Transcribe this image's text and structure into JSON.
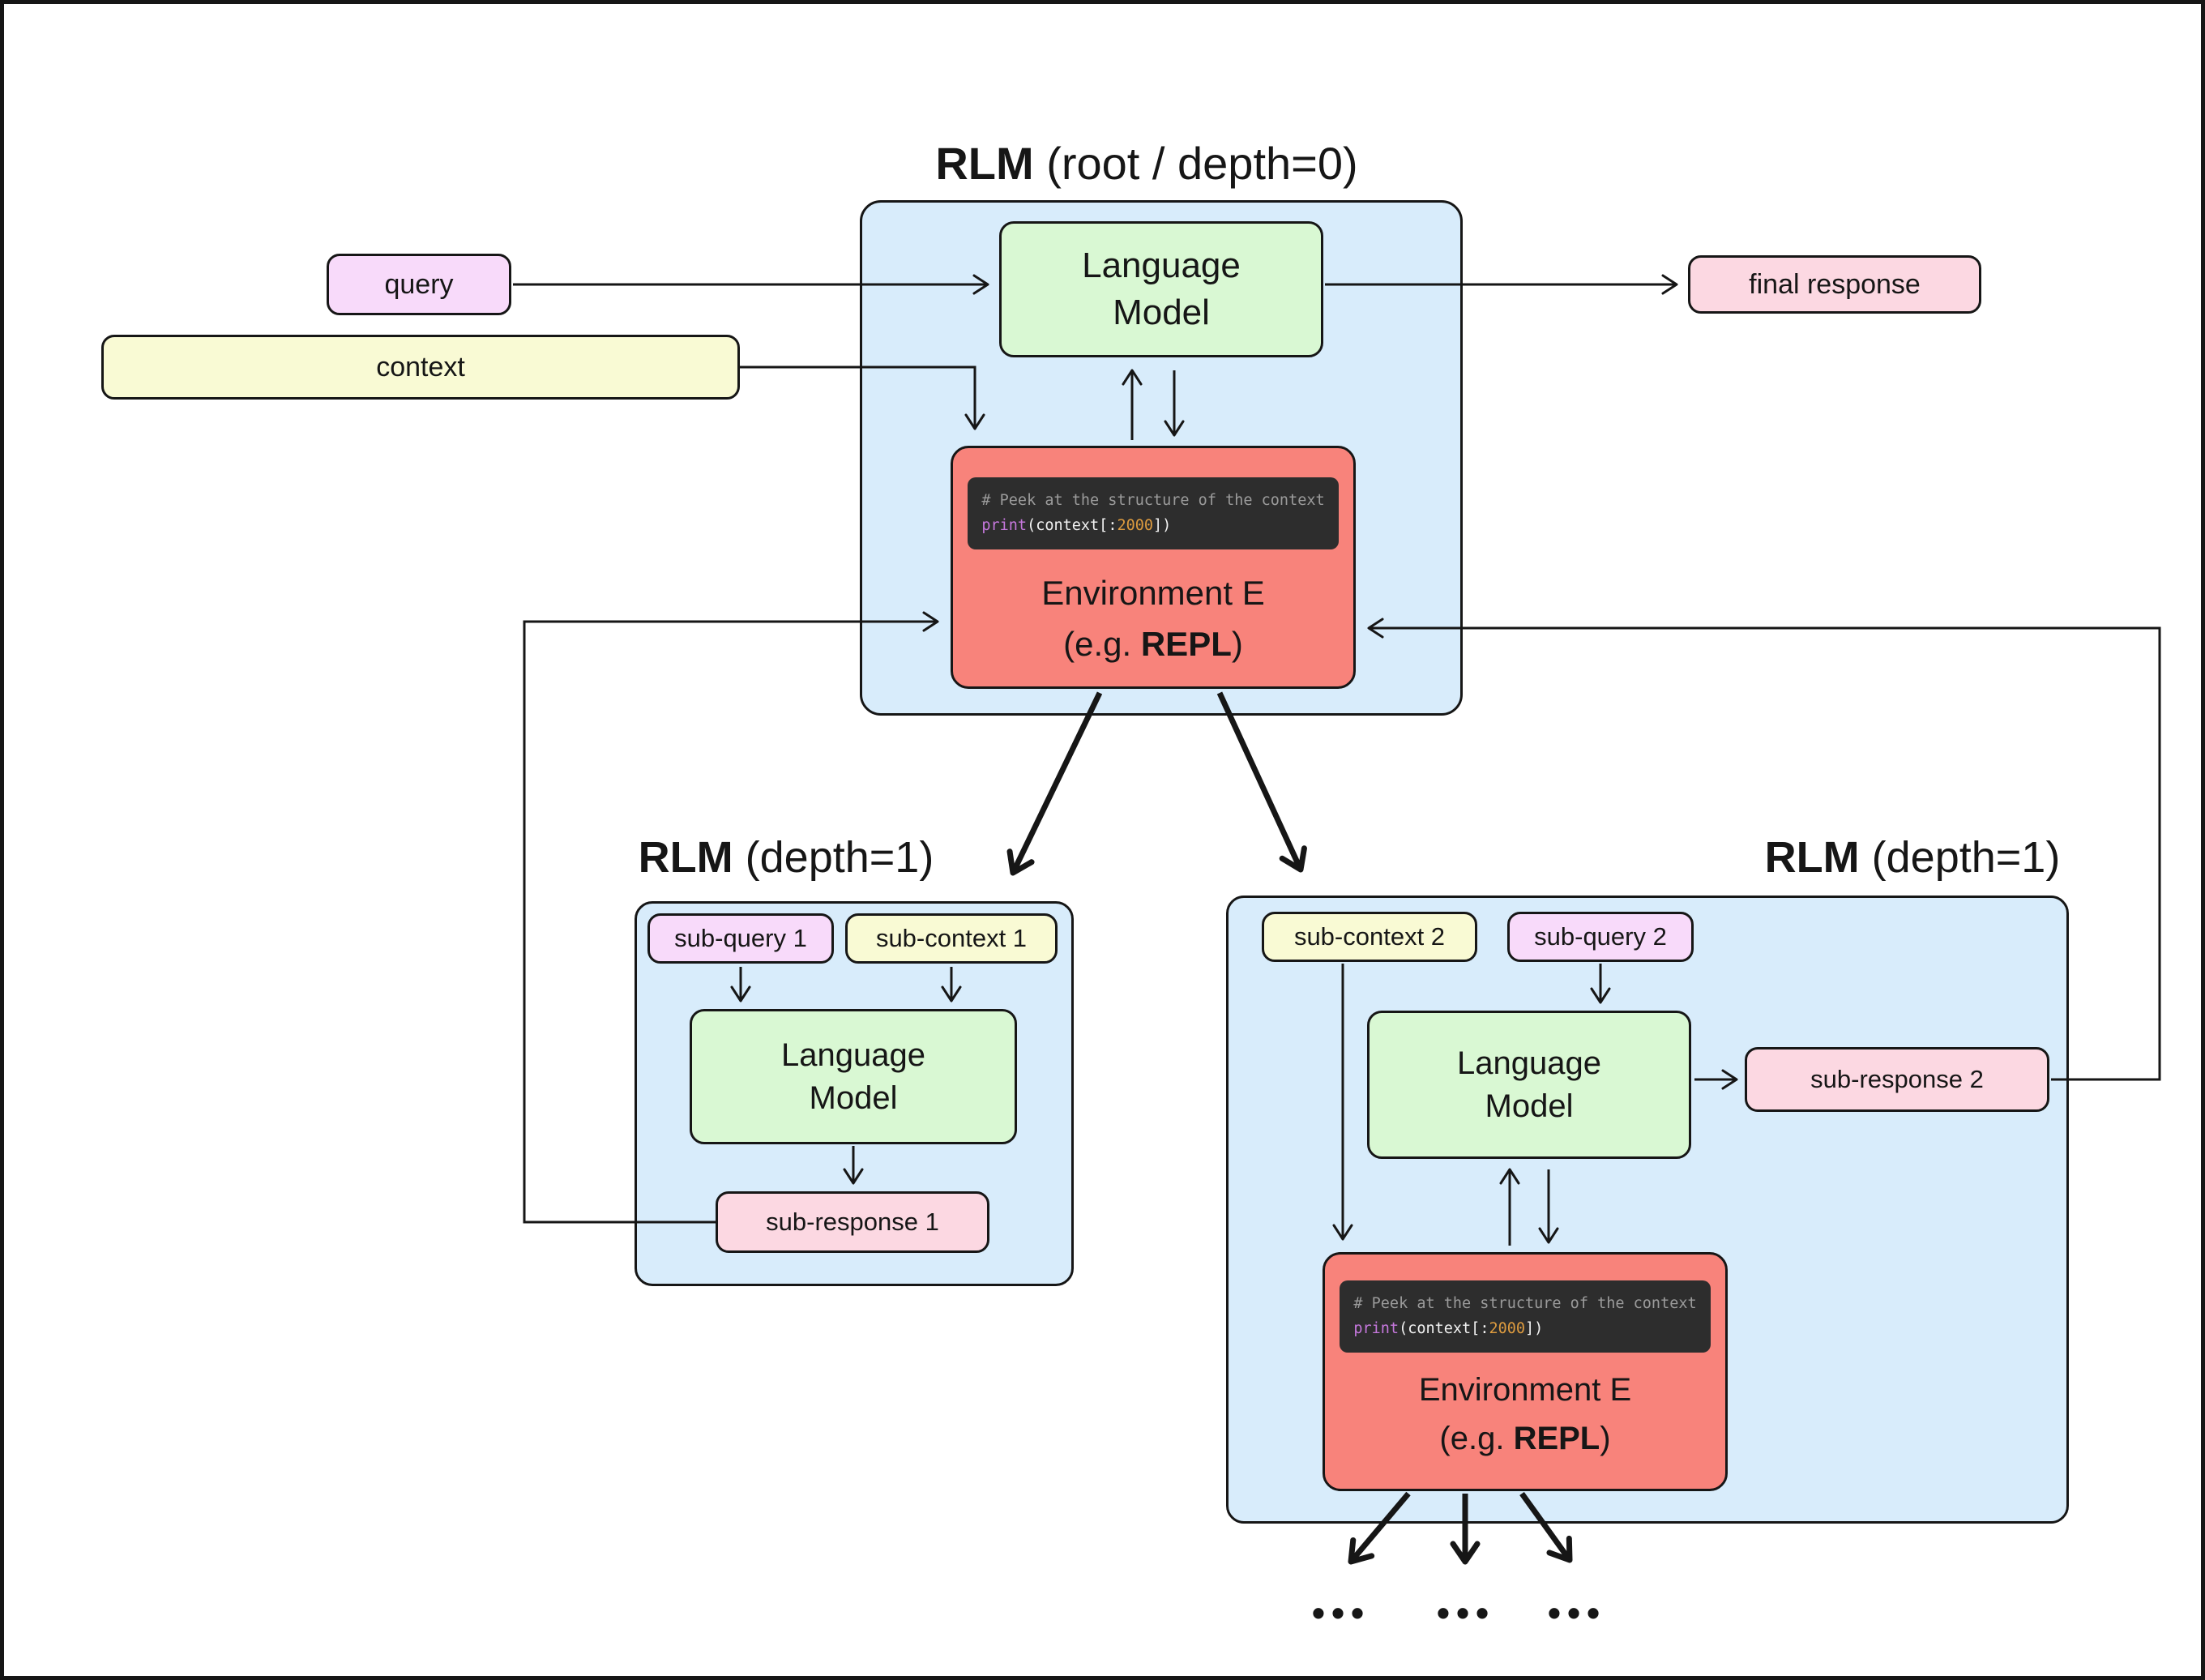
{
  "root": {
    "title_bold": "RLM",
    "title_rest": " (root / depth=0)",
    "lm": {
      "line1": "Language",
      "line2": "Model"
    },
    "env": {
      "code_comment": "# Peek at the structure of the context",
      "code_keyword": "print",
      "code_pre": "(context[:",
      "code_number": "2000",
      "code_post": "])",
      "name_line": "Environment E",
      "eg_pre": "(e.g. ",
      "eg_bold": "REPL",
      "eg_post": ")"
    }
  },
  "io": {
    "query": "query",
    "context": "context",
    "final_response": "final response"
  },
  "sub1": {
    "title_bold": "RLM",
    "title_rest": " (depth=1)",
    "query": "sub-query 1",
    "context": "sub-context 1",
    "lm": {
      "line1": "Language",
      "line2": "Model"
    },
    "response": "sub-response 1"
  },
  "sub2": {
    "title_bold": "RLM",
    "title_rest": " (depth=1)",
    "context": "sub-context 2",
    "query": "sub-query 2",
    "lm": {
      "line1": "Language",
      "line2": "Model"
    },
    "response": "sub-response 2",
    "env": {
      "code_comment": "# Peek at the structure of the context",
      "code_keyword": "print",
      "code_pre": "(context[:",
      "code_number": "2000",
      "code_post": "])",
      "name_line": "Environment E",
      "eg_pre": "(e.g. ",
      "eg_bold": "REPL",
      "eg_post": ")"
    }
  },
  "recursion_dots": [
    "•••",
    "•••",
    "•••"
  ],
  "colors": {
    "cluster_fill": "#d8ecfb",
    "model_fill": "#d9f8d3",
    "environment_fill": "#f8837b",
    "query_fill": "#f8dafa",
    "context_fill": "#f9fad4",
    "response_fill": "#fcd8e2",
    "code_background": "#2d2d2d",
    "code_comment": "#9b9b9b",
    "code_keyword": "#c678dd",
    "code_number": "#dd9b3f",
    "stroke": "#161616"
  }
}
